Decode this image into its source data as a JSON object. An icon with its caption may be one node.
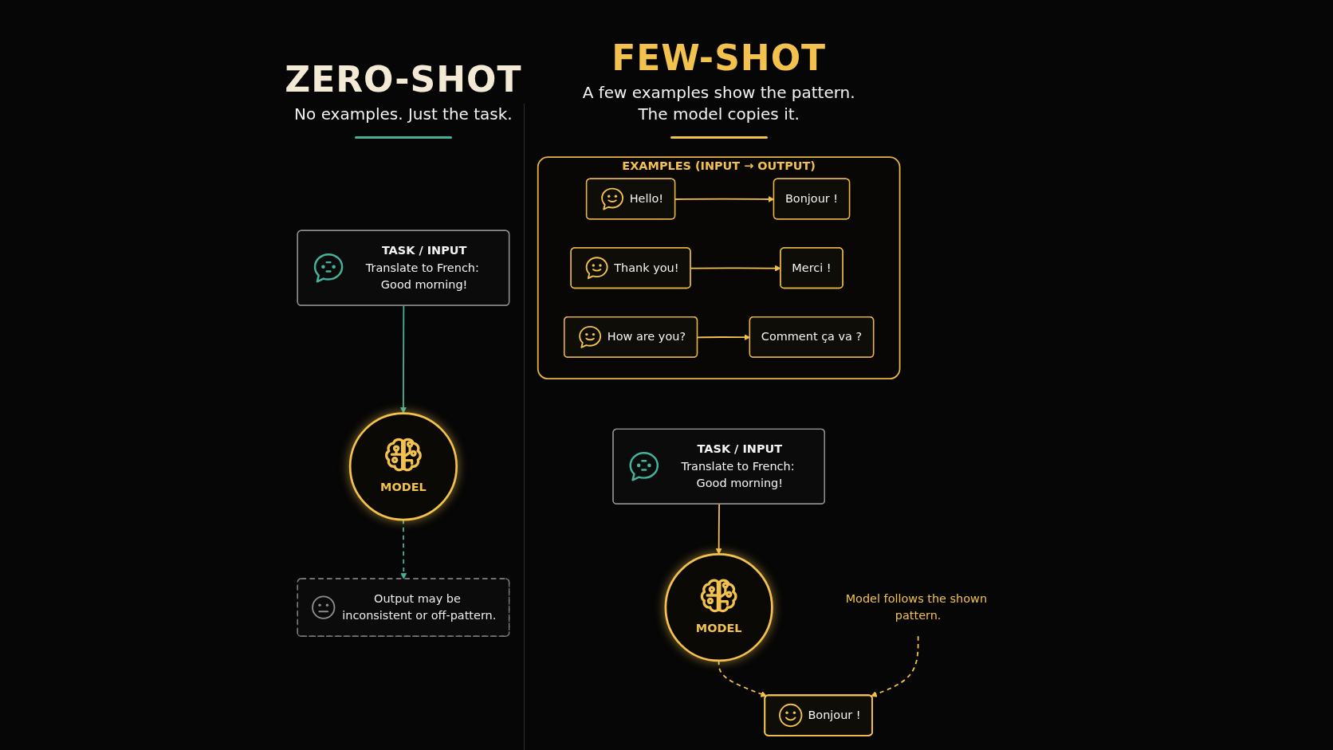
{
  "diagram": {
    "nodes": [
      {
        "text": [
          "TASK / INPUT",
          "Translate to French: Good morning!"
        ]
      },
      {
        "text": [
          "MODEL"
        ]
      },
      {
        "text": [
          "Output may be inconsistent or off-pattern."
        ]
      },
      {
        "text": [
          "EXAMPLES (INPUT → OUTPUT)"
        ]
      },
      {
        "text": [
          "Hello!"
        ],
        "in": 3
      },
      {
        "text": [
          "Bonjour !"
        ],
        "in": 3
      },
      {
        "text": [
          "Thank you!"
        ],
        "in": 3
      },
      {
        "text": [
          "Merci !"
        ],
        "in": 3
      },
      {
        "text": [
          "How are you?"
        ],
        "in": 3
      },
      {
        "text": [
          "Comment ça va ?"
        ],
        "in": 3
      },
      {
        "text": [
          "TASK / INPUT",
          "Translate to French: Good morning!"
        ]
      },
      {
        "text": [
          "MODEL"
        ]
      },
      {
        "text": [
          "Model follows the shown pattern."
        ]
      },
      {
        "text": [
          "Bonjour !"
        ]
      }
    ],
    "edges": [
      {
        "from": 0,
        "to": 1,
        "arrow": "to",
        "color": "#45b39b"
      },
      {
        "from": 1,
        "to": 2,
        "arrow": "to",
        "style": "dashed",
        "color": "#45b39b"
      },
      {
        "from": 4,
        "to": 5,
        "arrow": "to"
      },
      {
        "from": 6,
        "to": 7,
        "arrow": "to"
      },
      {
        "from": 8,
        "to": 9,
        "arrow": "to"
      },
      {
        "from": 10,
        "to": 11,
        "arrow": "to"
      },
      {
        "from": 11,
        "to": 13,
        "arrow": "to",
        "style": "dashed"
      },
      {
        "from": 12,
        "to": 13,
        "arrow": "to",
        "style": "dashed"
      }
    ],
    "labels": [
      "ZERO-SHOT",
      "No examples. Just the task.",
      "FEW-SHOT",
      "A few examples show the pattern. The model copies it."
    ]
  }
}
